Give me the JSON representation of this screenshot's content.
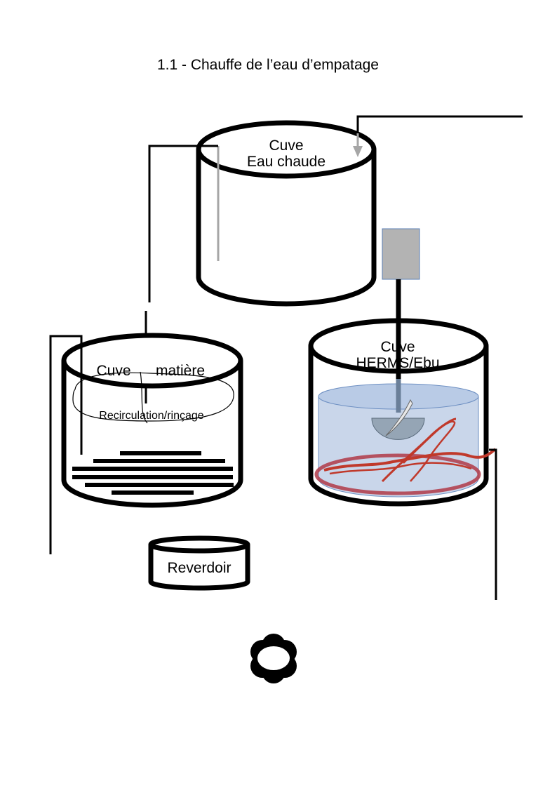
{
  "title": "1.1 - Chauffe de l’eau d’empatage",
  "tanks": {
    "hot_water": {
      "line1": "Cuve",
      "line2": "Eau chaude"
    },
    "mash": {
      "line1": "Cuve",
      "line2": "matière",
      "sub": "Recirculation/rinçage"
    },
    "herms": {
      "line1": "Cuve",
      "line2": "HERMS/Ebu"
    },
    "grant": {
      "label": "Reverdoir"
    }
  },
  "colors": {
    "outline": "#000000",
    "water_fill": "#c9d6ea",
    "water_edge": "#6d8fc2",
    "coil": "#c0392b",
    "motor": "#b3b3b3",
    "motor_edge": "#5b7fb5",
    "pipe_grey": "#a6a6a6",
    "stirrer": "#95a5b5"
  },
  "icons": {
    "pump": "flower-pump-icon",
    "motor": "motor-box-icon",
    "stirrer": "stirrer-icon",
    "heating_coil": "heating-coil-icon"
  }
}
